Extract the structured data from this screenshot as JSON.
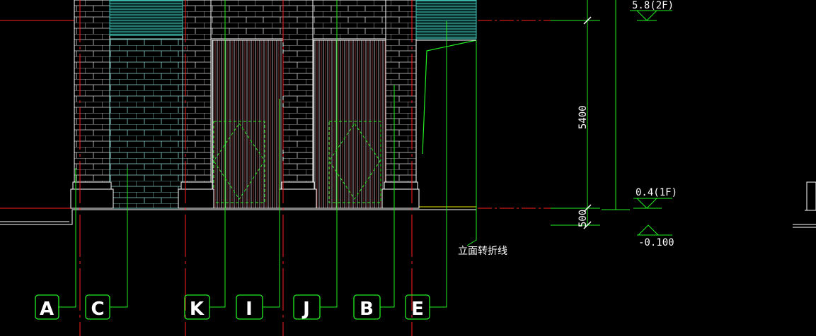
{
  "drawing": {
    "background": "#000000",
    "colors": {
      "wall_brick": "#ffffff",
      "axis_line": "#ff2020",
      "leader": "#22ee22",
      "teal": "#2fb5a8",
      "white": "#ffffff",
      "yellow": "#e6e600"
    },
    "levels": [
      {
        "label": "5.8(2F)"
      },
      {
        "label": "0.4(1F)"
      },
      {
        "label": "-0.100"
      }
    ],
    "dimensions": [
      {
        "label": "5400"
      },
      {
        "label": "500"
      }
    ],
    "note": "立面转折线",
    "grid_bubbles": [
      {
        "label": "A"
      },
      {
        "label": "C"
      },
      {
        "label": "K"
      },
      {
        "label": "I"
      },
      {
        "label": "J"
      },
      {
        "label": "B"
      },
      {
        "label": "E"
      }
    ]
  }
}
